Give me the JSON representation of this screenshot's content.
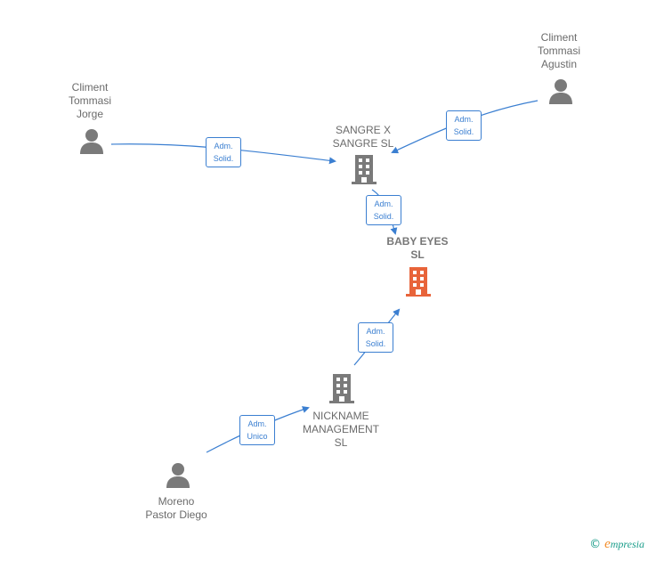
{
  "colors": {
    "edge": "#3b7fd1",
    "person": "#7a7a7a",
    "company": "#7a7a7a",
    "focus_company": "#e8643a"
  },
  "nodes": {
    "climent_tommasi_jorge": {
      "lines": [
        "Climent",
        "Tommasi",
        "Jorge"
      ],
      "icon": "person-icon"
    },
    "climent_tommasi_agustin": {
      "lines": [
        "Climent",
        "Tommasi",
        "Agustin"
      ],
      "icon": "person-icon"
    },
    "sangre_x_sangre_sl": {
      "lines": [
        "SANGRE X",
        "SANGRE  SL"
      ],
      "icon": "building-icon"
    },
    "baby_eyes_sl": {
      "lines": [
        "BABY EYES",
        "SL"
      ],
      "icon": "building-icon"
    },
    "nickname_management_sl": {
      "lines": [
        "NICKNAME",
        "MANAGEMENT",
        "SL"
      ],
      "icon": "building-icon"
    },
    "moreno_pastor_diego": {
      "lines": [
        "Moreno",
        "Pastor Diego"
      ],
      "icon": "person-icon"
    }
  },
  "edges": {
    "jorge_to_sangre": {
      "lines": [
        "Adm.",
        "Solid."
      ]
    },
    "agustin_to_sangre": {
      "lines": [
        "Adm.",
        "Solid."
      ]
    },
    "sangre_to_baby": {
      "lines": [
        "Adm.",
        "Solid."
      ]
    },
    "nickname_to_baby": {
      "lines": [
        "Adm.",
        "Solid."
      ]
    },
    "moreno_to_nickname": {
      "lines": [
        "Adm.",
        "Unico"
      ]
    }
  },
  "footer": {
    "copyright": "©",
    "brand_initial": "e",
    "brand_rest": "mpresia"
  }
}
